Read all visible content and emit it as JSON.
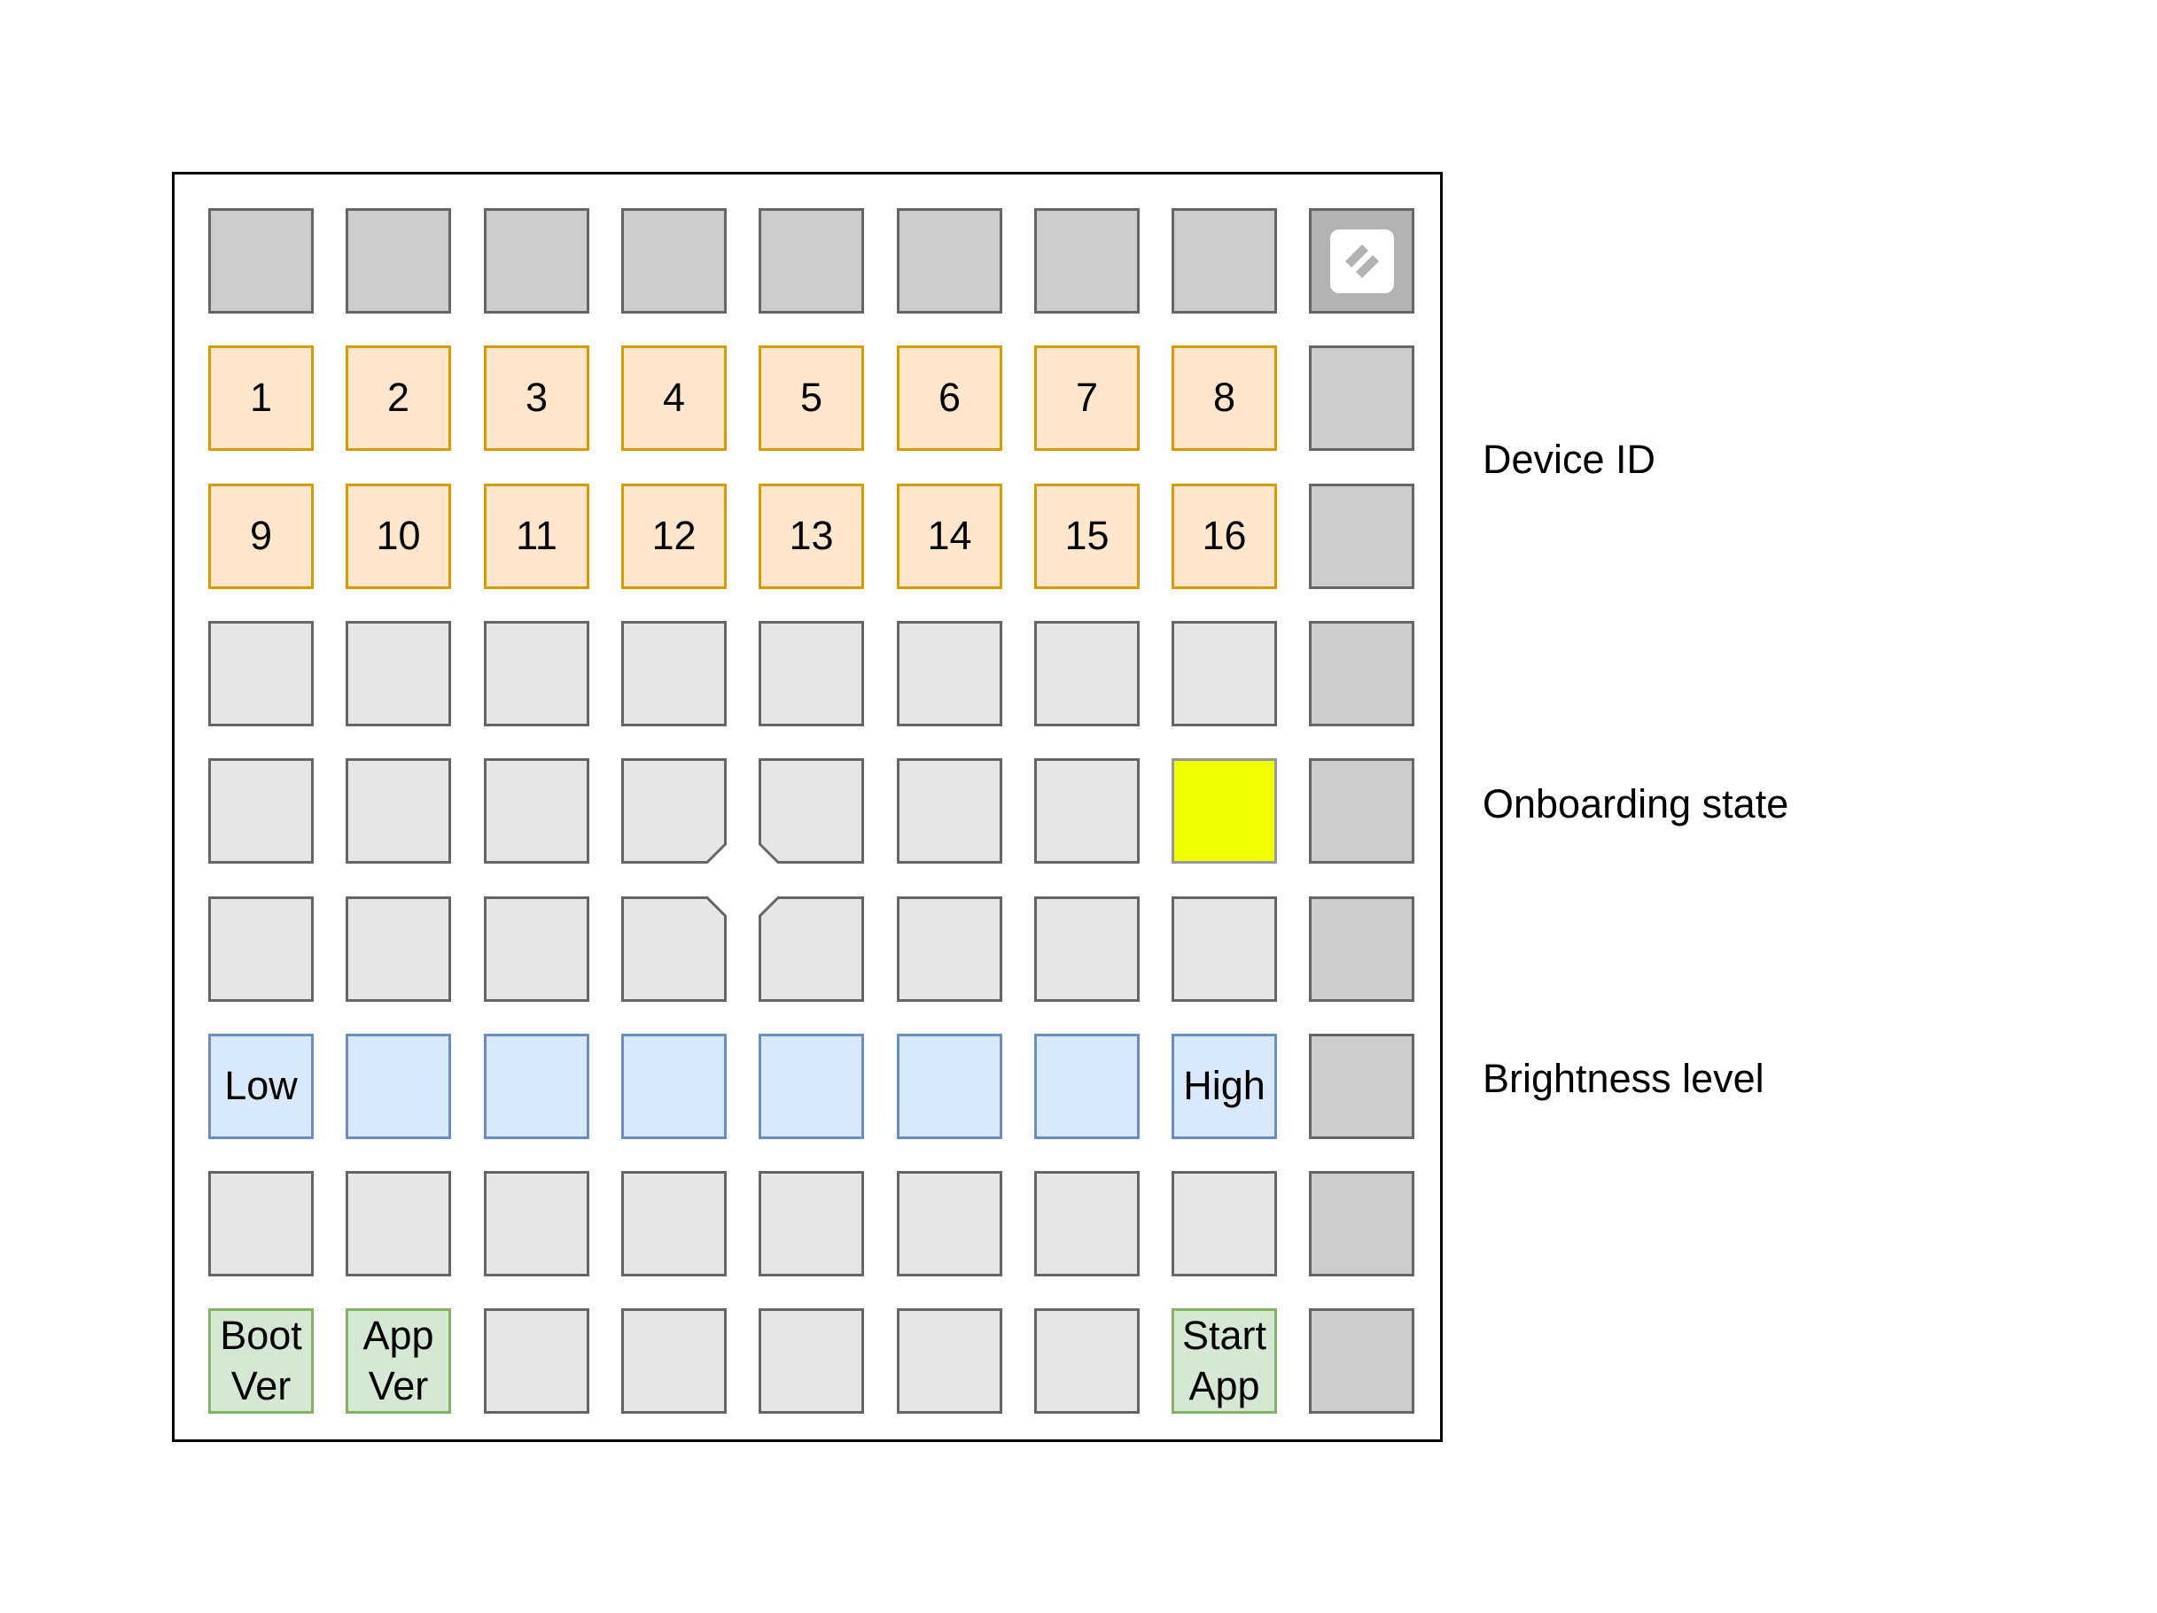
{
  "labels": {
    "device_id": "Device ID",
    "onboarding_state": "Onboarding state",
    "brightness_level": "Brightness level"
  },
  "grid": {
    "device_ids": [
      "1",
      "2",
      "3",
      "4",
      "5",
      "6",
      "7",
      "8",
      "9",
      "10",
      "11",
      "12",
      "13",
      "14",
      "15",
      "16"
    ],
    "brightness": {
      "low": "Low",
      "high": "High"
    },
    "bottom_row": {
      "boot_ver": "Boot\nVer",
      "app_ver": "App\nVer",
      "start_app": "Start\nApp"
    }
  },
  "icons": {
    "logo": "launchpad-logo-icon"
  },
  "colors": {
    "device_id_fill": "#ffe6cc",
    "device_id_border": "#d79b00",
    "brightness_fill": "#dae8fc",
    "brightness_border": "#6c8ebf",
    "mode_fill": "#d5e8d4",
    "mode_border": "#82b366",
    "onboarding_fill": "#eeff00",
    "pad_fill": "#e6e6e6",
    "side_fill": "#cccccc"
  }
}
